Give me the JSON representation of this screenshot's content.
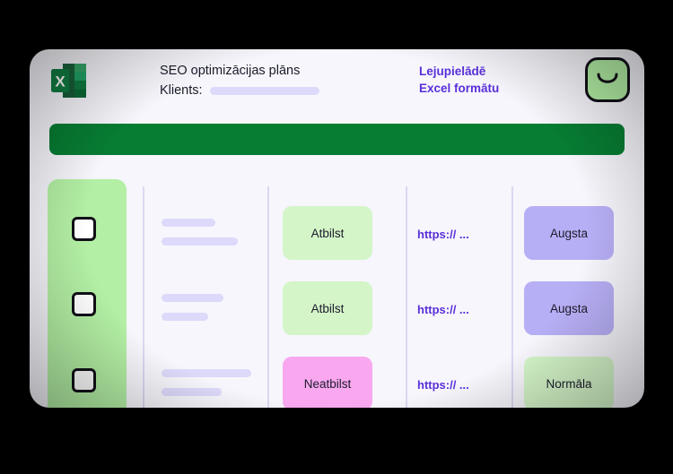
{
  "header": {
    "app_icon": "excel-icon",
    "doc_title": "SEO optimizācijas plāns",
    "client_label": "Klients:",
    "client_value_placeholder": "",
    "download_line1": "Lejupielādē",
    "download_line2": "Excel formātu",
    "smile_icon": "smile-icon"
  },
  "toolbar": {
    "color": "#077D33",
    "label": ""
  },
  "table": {
    "columns": [
      {
        "name": "select",
        "label": ""
      },
      {
        "name": "description",
        "label": ""
      },
      {
        "name": "status",
        "label": ""
      },
      {
        "name": "url",
        "label": ""
      },
      {
        "name": "priority",
        "label": ""
      }
    ],
    "rows": [
      {
        "checked": false,
        "skeleton_widths": [
          60,
          85
        ],
        "status": "Atbilst",
        "status_color": "#D4F5C8",
        "url": "https:// ...",
        "priority": "Augsta",
        "priority_color": "#B7AFF5"
      },
      {
        "checked": false,
        "skeleton_widths": [
          69,
          52
        ],
        "status": "Atbilst",
        "status_color": "#D4F5C8",
        "url": "https:// ...",
        "priority": "Augsta",
        "priority_color": "#B7AFF5"
      },
      {
        "checked": false,
        "skeleton_widths": [
          100,
          67
        ],
        "status": "Neatbilst",
        "status_color": "#F9A8F0",
        "url": "https:// ...",
        "priority": "Normāla",
        "priority_color": "#D4F5C8"
      }
    ]
  },
  "colors": {
    "page_background": "#000000",
    "card_background": "#F6F6FC",
    "toolbar_green": "#077D33",
    "check_column_green": "#B3EFA4",
    "badge_green": "#D4F5C8",
    "badge_pink": "#F9A8F0",
    "badge_purple": "#B7AFF5",
    "link_purple": "#5A2FD8",
    "skeleton_lavender": "#DCD9FA",
    "divider_lavender": "#DAD8F2",
    "text_dark": "#1B1B2B"
  }
}
